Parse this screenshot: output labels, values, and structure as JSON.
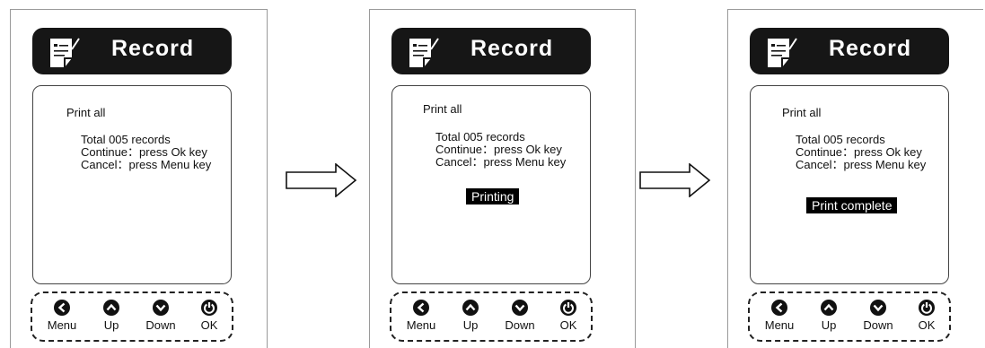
{
  "panels": [
    {
      "title": "Record",
      "print_label": "Print  all",
      "total": "Total 005 records",
      "continue": "Continue：press Ok key",
      "cancel": "Cancel：press Menu key",
      "status": ""
    },
    {
      "title": "Record",
      "print_label": "Print all",
      "total": "Total 005 records",
      "continue": "Continue：press Ok key",
      "cancel": "Cancel：press Menu key",
      "status": "Printing"
    },
    {
      "title": "Record",
      "print_label": "Print all",
      "total": "Total 005 records",
      "continue": "Continue：press Ok key",
      "cancel": "Cancel：press Menu key",
      "status": "Print complete"
    }
  ],
  "keys": {
    "menu": "Menu",
    "up": "Up",
    "down": "Down",
    "ok": "OK"
  },
  "icons": {
    "header": "record-document-icon",
    "menu_key": "left-arrow-circle-icon",
    "up_key": "up-arrow-circle-icon",
    "down_key": "down-arrow-circle-icon",
    "ok_key": "power-circle-icon",
    "arrow": "right-arrow-icon"
  },
  "colors": {
    "header_bg": "#161616",
    "header_text": "#ffffff",
    "status_bg": "#000000",
    "status_text": "#ffffff"
  }
}
